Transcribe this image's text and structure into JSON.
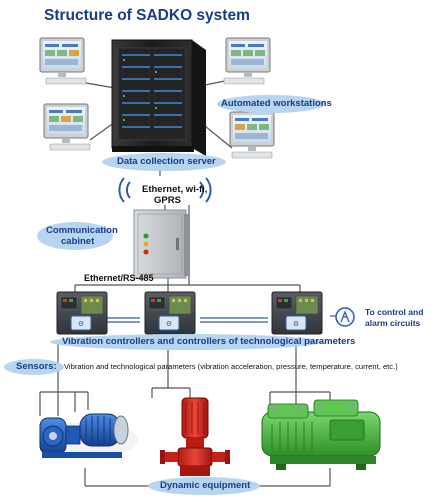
{
  "title": "Structure of SADKO system",
  "labels": {
    "workstations": "Automated workstations",
    "server": "Data collection server",
    "wireless_line1": "Ethernet, wi-fi,",
    "wireless_line2": "GPRS",
    "cabinet_line1": "Communication",
    "cabinet_line2": "cabinet",
    "bus": "Ethernet/RS-485",
    "control_line1": "To control and",
    "control_line2": "alarm circuits",
    "controllers": "Vibration controllers and controllers of technological parameters",
    "sensors": "Sensors:",
    "sensor_params": "Vibration and technological parameters (vibration acceleration, pressure, temperature, current, etc.)",
    "equipment": "Dynamic equipment"
  },
  "icons": [
    "monitor-icon",
    "server-rack-icon",
    "wireless-signal-icon",
    "cabinet-icon",
    "controller-icon",
    "antenna-icon",
    "pump-icon",
    "compressor-icon"
  ],
  "colors": {
    "title": "#173c8a",
    "label_text": "#173c8a",
    "label_bg": "#b8d5f0",
    "pump_blue": "#1e62c8",
    "pump_red": "#d42a1e",
    "compressor_green": "#46b83c",
    "line": "#555555"
  }
}
